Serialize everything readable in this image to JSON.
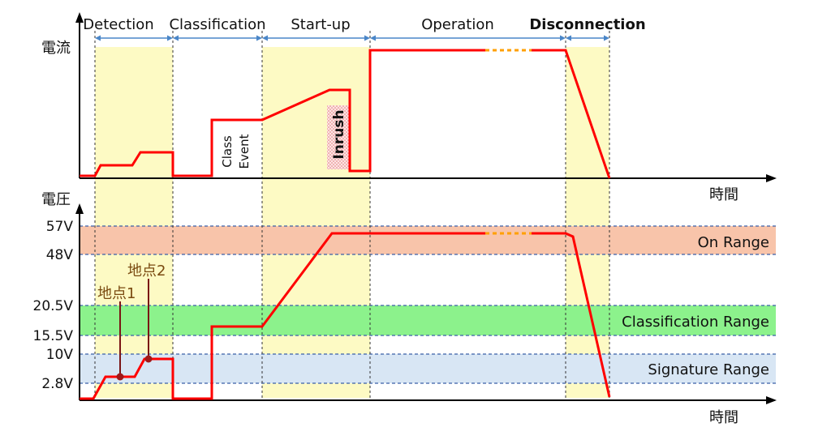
{
  "phases": {
    "detection": "Detection",
    "classification": "Classification",
    "startup": "Start-up",
    "operation": "Operation",
    "disconnection": "Disconnection"
  },
  "top_chart": {
    "y_axis_label": "電流",
    "x_axis_label": "時間",
    "class_event_line1": "Class",
    "class_event_line2": "Event",
    "inrush_label": "Inrush"
  },
  "bottom_chart": {
    "y_axis_label": "電圧",
    "x_axis_label": "時間",
    "tick_labels": {
      "v57": "57V",
      "v48": "48V",
      "v20_5": "20.5V",
      "v15_5": "15.5V",
      "v10": "10V",
      "v2_8": "2.8V"
    },
    "ranges": {
      "on": "On Range",
      "classification": "Classification Range",
      "signature": "Signature Range"
    },
    "points": {
      "point1": "地点1",
      "point2": "地点2"
    }
  },
  "colors": {
    "signal": "#ff0000",
    "phase_highlight": "#fdfac4",
    "on_range": "#f8c4aa",
    "classification_range": "#8cf28c",
    "signature_range": "#d8e6f4",
    "arrow": "#4a86c8",
    "dashed_line": "#3a5fa8",
    "point_marker": "#a01818",
    "point_label": "#7a4a10"
  }
}
